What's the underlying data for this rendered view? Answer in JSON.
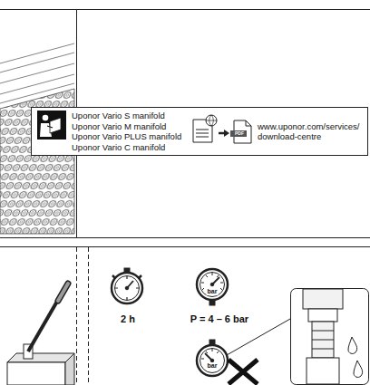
{
  "diagram": {
    "nodes": [
      {
        "text": [
          "Uponor Vario S manifold",
          "Uponor Vario M manifold",
          "Uponor Vario PLUS manifold",
          "Uponor Vario C manifold",
          "www.uponor.com/services/ download-centre"
        ]
      }
    ],
    "labels": [
      "PDF",
      "bar",
      "2 h",
      "P = 4 – 6 bar",
      "bar"
    ]
  }
}
